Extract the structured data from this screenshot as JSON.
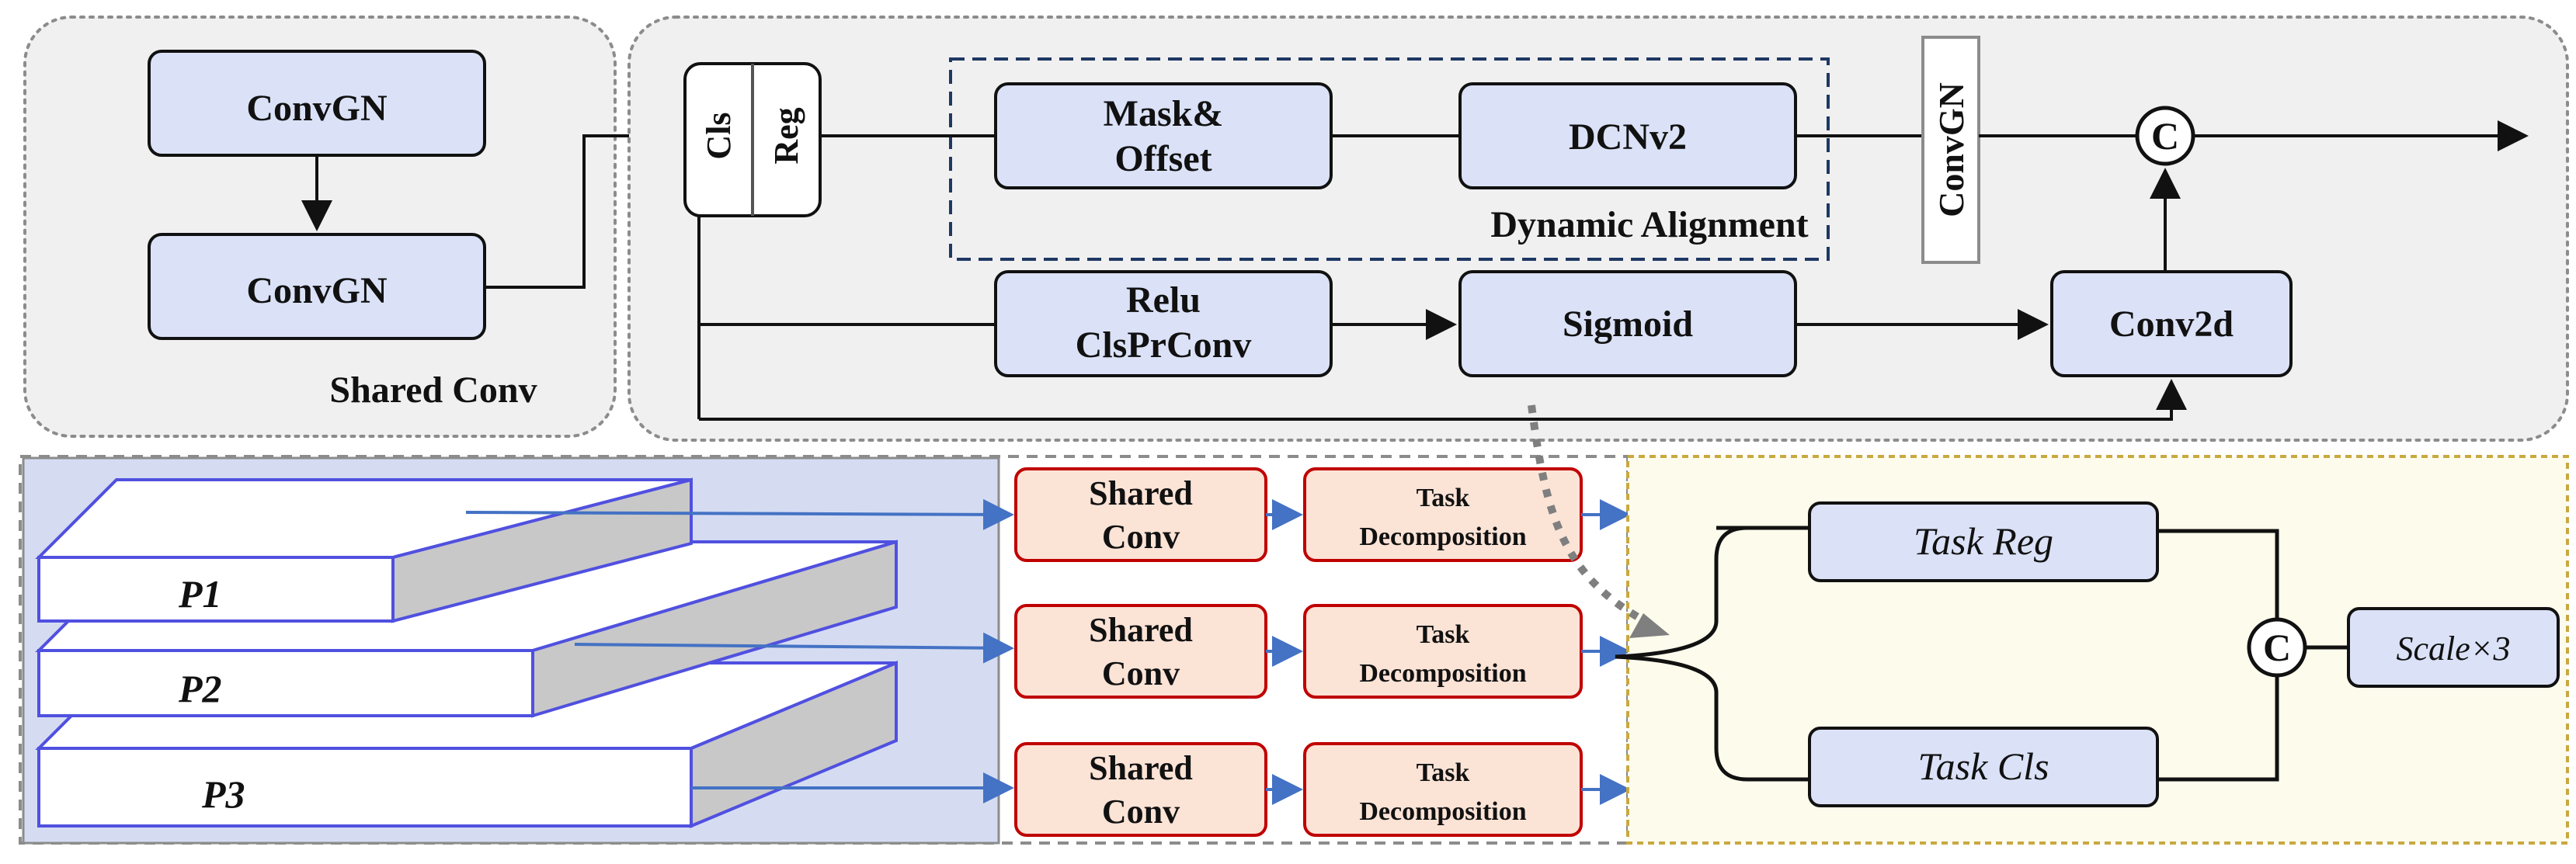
{
  "colors": {
    "panel_gray": "#f0f0f0",
    "node_blue": "#dbe2f7",
    "pyramid_bg": "#d5dcf2",
    "salmon": "#fbe3d6",
    "salmon_stroke": "#c00000",
    "cream": "#fdfbec",
    "cream_border": "#c8a941",
    "arrow_blue": "#4472c4",
    "dash_navy": "#1f3864",
    "layer_edge": "#5050e0"
  },
  "shared_conv": {
    "title": "Shared Conv",
    "node1": "ConvGN",
    "node2": "ConvGN"
  },
  "decomposition": {
    "split_cls": "Cls",
    "split_reg": "Reg",
    "mask_offset_line1": "Mask&",
    "mask_offset_line2": "Offset",
    "dcn": "DCNv2",
    "dynamic_alignment": "Dynamic Alignment",
    "convgn_vertical": "ConvGN",
    "concat_symbol": "C",
    "relu_line1": "Relu",
    "relu_line2": "ClsPrConv",
    "sigmoid": "Sigmoid",
    "conv2d": "Conv2d"
  },
  "pyramid": {
    "levels": [
      "P1",
      "P2",
      "P3"
    ]
  },
  "branches": [
    {
      "shared_line1": "Shared",
      "shared_line2": "Conv",
      "task_line1": "Task",
      "task_line2": "Decomposition"
    },
    {
      "shared_line1": "Shared",
      "shared_line2": "Conv",
      "task_line1": "Task",
      "task_line2": "Decomposition"
    },
    {
      "shared_line1": "Shared",
      "shared_line2": "Conv",
      "task_line1": "Task",
      "task_line2": "Decomposition"
    }
  ],
  "head": {
    "task_reg": "Task Reg",
    "task_cls": "Task Cls",
    "concat_symbol": "C",
    "scale": "Scale×3"
  }
}
